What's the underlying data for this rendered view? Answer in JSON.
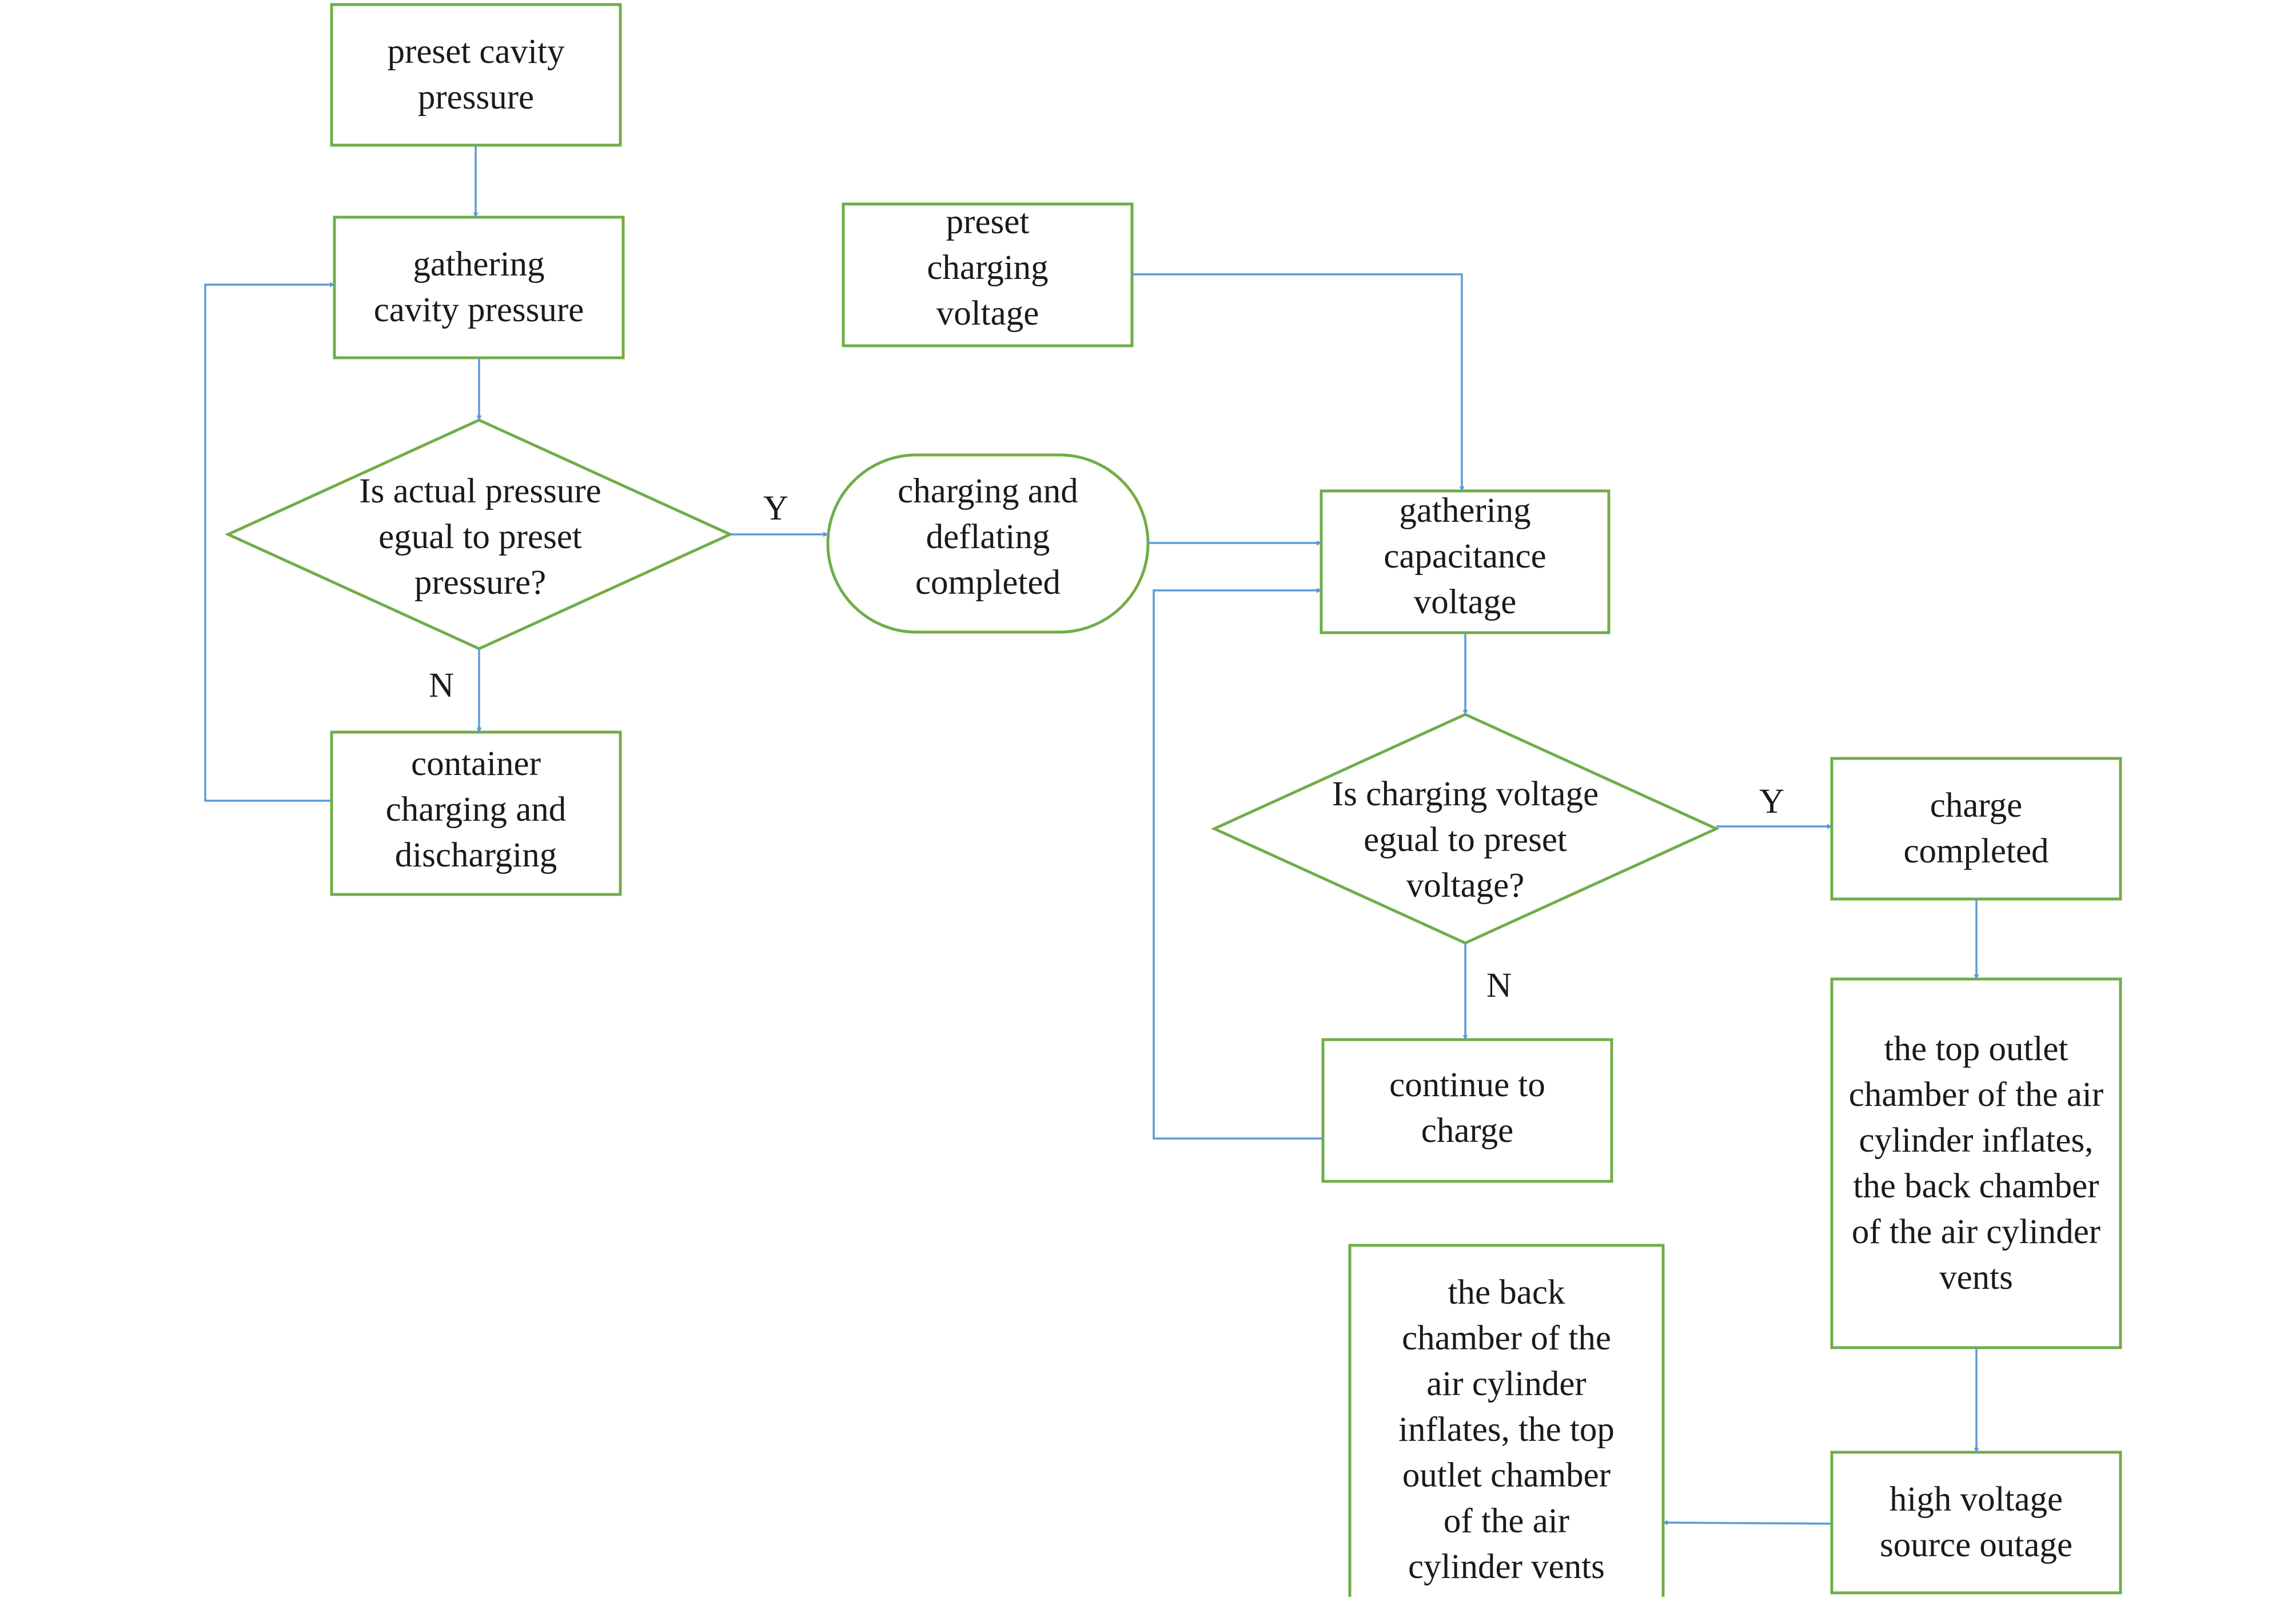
{
  "colors": {
    "node_stroke": "#70AD47",
    "edge_stroke": "#5B9BD5",
    "text": "#1a1a1a"
  },
  "nodes": {
    "preset_pressure": {
      "shape": "rectangle",
      "label": "preset cavity\npressure"
    },
    "gather_pressure": {
      "shape": "rectangle",
      "label": "gathering\ncavity pressure"
    },
    "pressure_check": {
      "shape": "diamond",
      "label": "Is actual pressure\negual to preset\npressure?"
    },
    "container": {
      "shape": "rectangle",
      "label": "container\ncharging and\ndischarging"
    },
    "charge_deflate_done": {
      "shape": "terminator",
      "label": "charging and\ndeflating\ncompleted"
    },
    "preset_voltage": {
      "shape": "rectangle",
      "label": "preset\ncharging\nvoltage"
    },
    "gather_voltage": {
      "shape": "rectangle",
      "label": "gathering\ncapacitance\nvoltage"
    },
    "voltage_check": {
      "shape": "diamond",
      "label": "Is charging voltage\negual to preset\nvoltage?"
    },
    "continue_charge": {
      "shape": "rectangle",
      "label": "continue to\ncharge"
    },
    "charge_done": {
      "shape": "rectangle",
      "label": "charge\ncompleted"
    },
    "top_inflate": {
      "shape": "rectangle",
      "label": "the top outlet\nchamber of the air\ncylinder inflates,\nthe back chamber\nof the air cylinder\nvents"
    },
    "hv_outage": {
      "shape": "rectangle",
      "label": "high voltage\nsource outage"
    },
    "back_inflate": {
      "shape": "rectangle",
      "label": "the back\nchamber of the\nair cylinder\ninflates, the top\noutlet chamber\nof the air\ncylinder vents"
    }
  },
  "edges": [
    {
      "from": "preset_pressure",
      "to": "gather_pressure",
      "label": ""
    },
    {
      "from": "gather_pressure",
      "to": "pressure_check",
      "label": ""
    },
    {
      "from": "pressure_check",
      "to": "charge_deflate_done",
      "label": "Y"
    },
    {
      "from": "pressure_check",
      "to": "container",
      "label": "N"
    },
    {
      "from": "container",
      "to": "gather_pressure",
      "label": ""
    },
    {
      "from": "charge_deflate_done",
      "to": "gather_voltage",
      "label": ""
    },
    {
      "from": "preset_voltage",
      "to": "gather_voltage",
      "label": ""
    },
    {
      "from": "gather_voltage",
      "to": "voltage_check",
      "label": ""
    },
    {
      "from": "voltage_check",
      "to": "charge_done",
      "label": "Y"
    },
    {
      "from": "voltage_check",
      "to": "continue_charge",
      "label": "N"
    },
    {
      "from": "continue_charge",
      "to": "gather_voltage",
      "label": ""
    },
    {
      "from": "charge_done",
      "to": "top_inflate",
      "label": ""
    },
    {
      "from": "top_inflate",
      "to": "hv_outage",
      "label": ""
    },
    {
      "from": "hv_outage",
      "to": "back_inflate",
      "label": ""
    }
  ]
}
